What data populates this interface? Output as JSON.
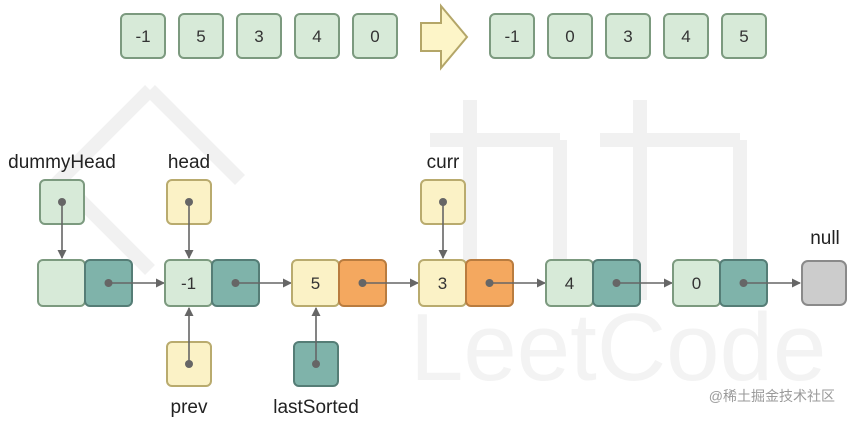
{
  "colors": {
    "green_box": "#d7ead8",
    "green_border": "#7c9a7f",
    "teal_box": "#7fb3aa",
    "teal_border": "#557d76",
    "yellow_box": "#fbf2c6",
    "yellow_border": "#b9ab6e",
    "orange_box": "#f4a85f",
    "orange_border": "#b97c3f",
    "null_box": "#cccccc",
    "null_border": "#8a8a8a",
    "arrow_fill": "#fdf5c8",
    "arrow_stroke": "#b4a668",
    "line": "#666666"
  },
  "top_row": {
    "before": [
      "-1",
      "5",
      "3",
      "4",
      "0"
    ],
    "after": [
      "-1",
      "0",
      "3",
      "4",
      "5"
    ]
  },
  "pointers": {
    "dummy_head": "dummyHead",
    "head": "head",
    "curr": "curr",
    "prev": "prev",
    "last_sorted": "lastSorted",
    "null": "null"
  },
  "list_nodes": [
    {
      "value": "",
      "color": "green",
      "next": "teal"
    },
    {
      "value": "-1",
      "color": "green",
      "next": "teal"
    },
    {
      "value": "5",
      "color": "yellow",
      "next": "orange"
    },
    {
      "value": "3",
      "color": "yellow",
      "next": "orange"
    },
    {
      "value": "4",
      "color": "green",
      "next": "teal"
    },
    {
      "value": "0",
      "color": "green",
      "next": "teal"
    }
  ],
  "credit": "@稀土掘金技术社区"
}
